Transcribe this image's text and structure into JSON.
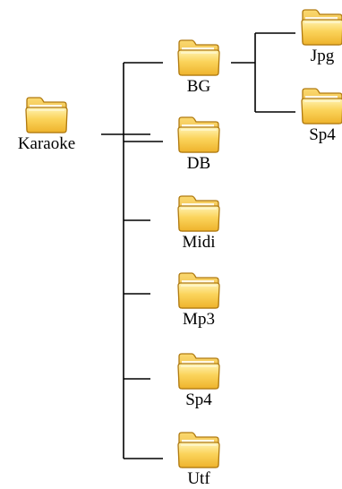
{
  "tree": {
    "root": {
      "label": "Karaoke"
    },
    "children": [
      {
        "label": "BG",
        "children": [
          {
            "label": "Jpg"
          },
          {
            "label": "Sp4"
          }
        ]
      },
      {
        "label": "DB"
      },
      {
        "label": "Midi"
      },
      {
        "label": "Mp3"
      },
      {
        "label": "Sp4"
      },
      {
        "label": "Utf"
      }
    ]
  },
  "icons": {
    "folder": "folder-icon"
  },
  "colors": {
    "connector": "#000000",
    "folder_light": "#fff0a8",
    "folder_mid": "#f8cc4c",
    "folder_dark": "#e0a020",
    "folder_outline": "#b07a10"
  }
}
